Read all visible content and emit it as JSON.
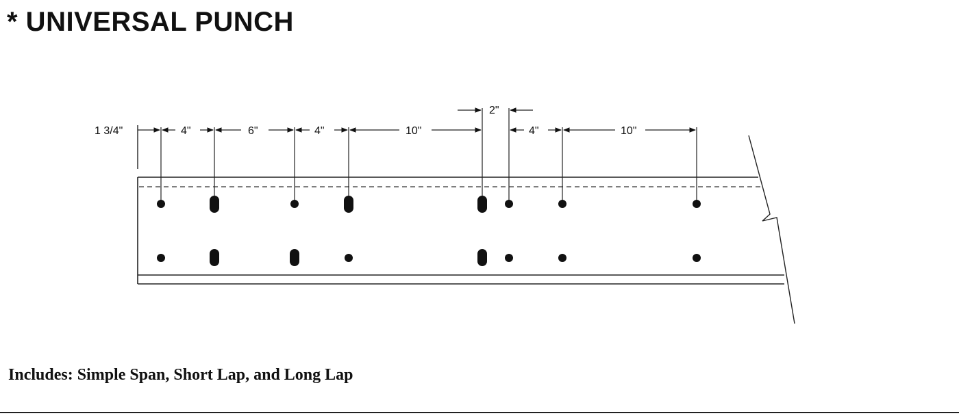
{
  "title": "* UNIVERSAL PUNCH",
  "footnote": "Includes: Simple Span, Short Lap, and Long Lap",
  "dimensions": {
    "end_offset": "1 3/4\"",
    "d1": "4\"",
    "d2": "6\"",
    "d3": "4\"",
    "d4": "10\"",
    "d5": "2\"",
    "d6": "4\"",
    "d7": "10\""
  }
}
